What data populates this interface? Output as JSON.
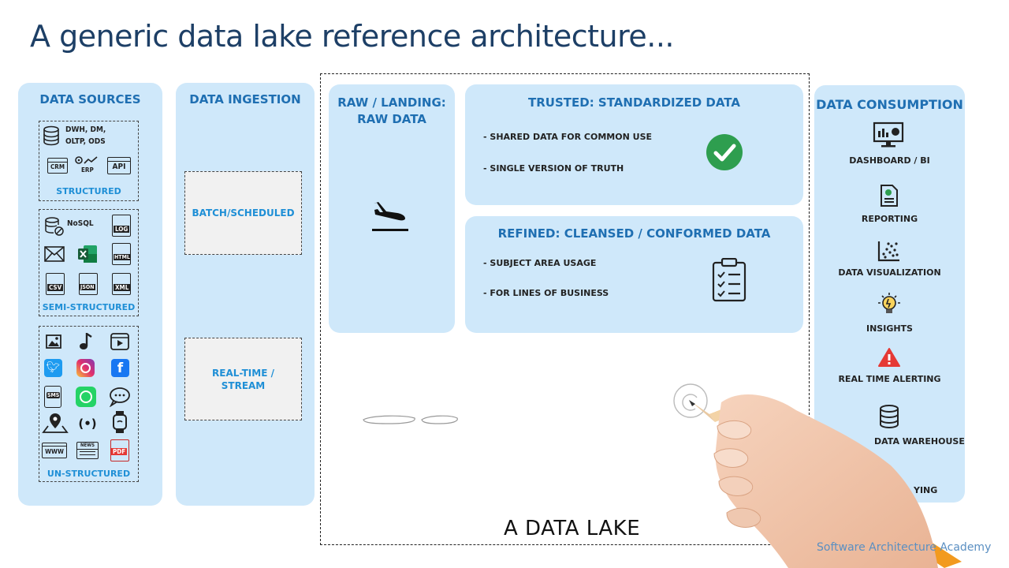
{
  "title": "A generic data lake reference architecture...",
  "sources": {
    "title": "DATA SOURCES",
    "structured": {
      "db_label_1": "DWH, DM,",
      "db_label_2": "OLTP, ODS",
      "crm": "CRM",
      "erp": "ERP",
      "api": "API",
      "label": "STRUCTURED"
    },
    "semi": {
      "nosql": "NoSQL",
      "log": "LOG",
      "html": "HTML",
      "csv": "CSV",
      "json": "JSON",
      "xml": "XML",
      "label": "SEMI-STRUCTURED"
    },
    "unstructured": {
      "sms": "SMS",
      "www": "WWW",
      "news": "NEWS",
      "pdf": "PDF",
      "label": "UN-STRUCTURED"
    }
  },
  "ingestion": {
    "title": "DATA INGESTION",
    "batch": "BATCH/SCHEDULED",
    "realtime_1": "REAL-TIME /",
    "realtime_2": "STREAM"
  },
  "raw": {
    "title_1": "RAW / LANDING:",
    "title_2": "RAW DATA"
  },
  "trusted": {
    "title": "TRUSTED: STANDARDIZED DATA",
    "bullet_1": "- SHARED DATA FOR COMMON USE",
    "bullet_2": "- SINGLE VERSION OF TRUTH"
  },
  "refined": {
    "title": "REFINED: CLEANSED / CONFORMED DATA",
    "bullet_1": "- SUBJECT AREA USAGE",
    "bullet_2": "- FOR LINES OF BUSINESS"
  },
  "lake_label": "A DATA LAKE",
  "consumption": {
    "title": "DATA CONSUMPTION",
    "items": [
      "DASHBOARD / BI",
      "REPORTING",
      "DATA VISUALIZATION",
      "INSIGHTS",
      "REAL TIME ALERTING",
      "DATA WAREHOUSE",
      "YING"
    ]
  },
  "watermark": "Software Architecture Academy",
  "colors": {
    "panel": "#cfe8fa",
    "heading": "#1f6fb2",
    "title": "#1d3f66",
    "check": "#2e9e4f",
    "alert": "#e53935"
  }
}
